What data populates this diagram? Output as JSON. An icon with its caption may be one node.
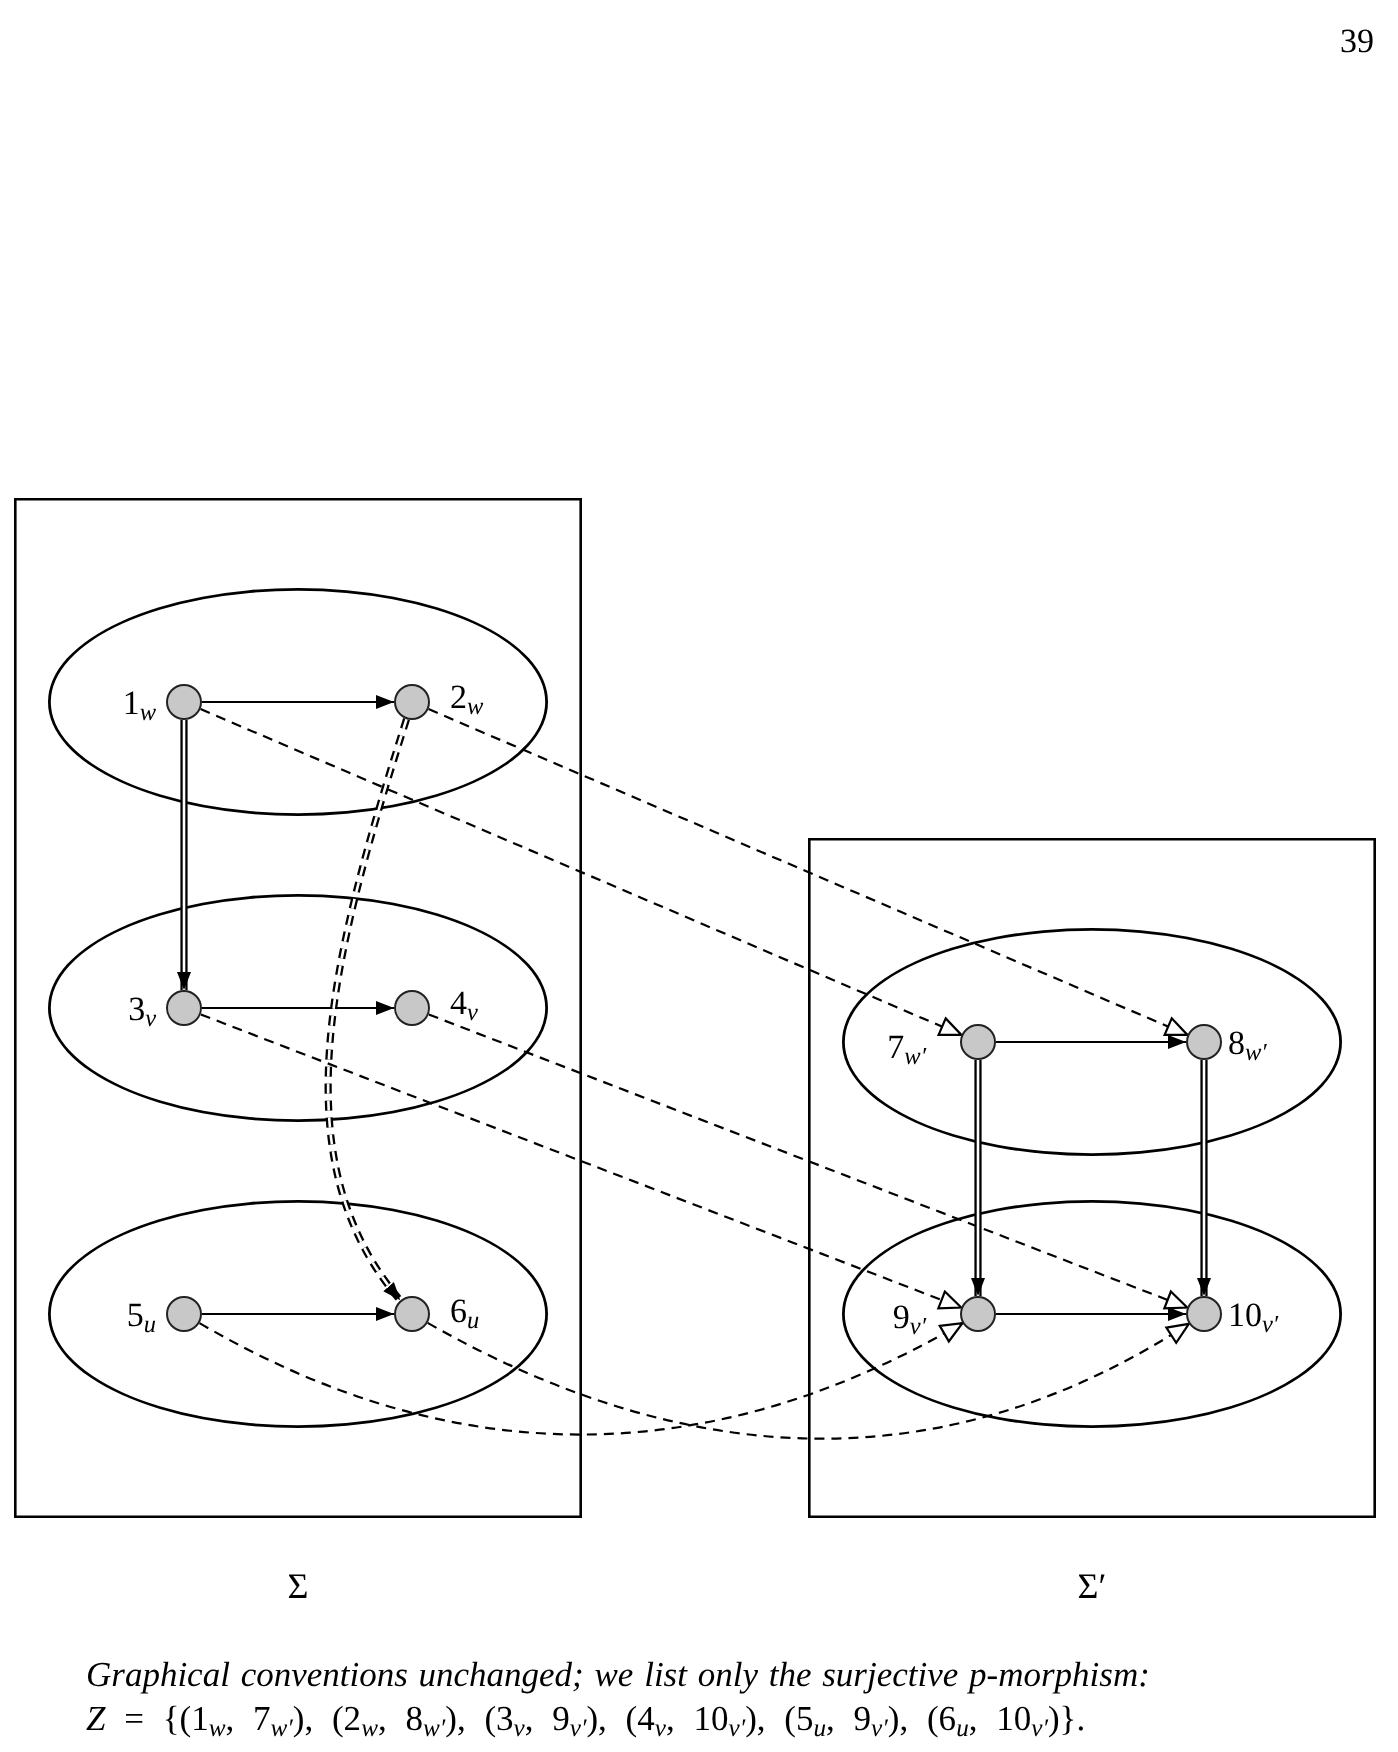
{
  "diagram": {
    "caption": "Graphical conventions unchanged; we list only the surjective p-morphism:",
    "nodes": [
      {
        "text": [],
        "shape": "box",
        "beside": [
          "Σ"
        ]
      },
      {
        "text": [],
        "shape": "ellipse",
        "in": 0
      },
      {
        "text": [],
        "shape": "circle",
        "in": 1,
        "beside": [
          "1$_{w}$"
        ]
      },
      {
        "text": [],
        "shape": "circle",
        "in": 1,
        "beside": [
          "2$_{w}$"
        ]
      },
      {
        "text": [],
        "shape": "ellipse",
        "in": 0
      },
      {
        "text": [],
        "shape": "circle",
        "in": 4,
        "beside": [
          "3$_{v}$"
        ]
      },
      {
        "text": [],
        "shape": "circle",
        "in": 4,
        "beside": [
          "4$_{v}$"
        ]
      },
      {
        "text": [],
        "shape": "ellipse",
        "in": 0
      },
      {
        "text": [],
        "shape": "circle",
        "in": 7,
        "beside": [
          "5$_{u}$"
        ]
      },
      {
        "text": [],
        "shape": "circle",
        "in": 7,
        "beside": [
          "6$_{u}$"
        ]
      },
      {
        "text": [],
        "shape": "box",
        "beside": [
          "Σ′"
        ]
      },
      {
        "text": [],
        "shape": "ellipse",
        "in": 10
      },
      {
        "text": [],
        "shape": "circle",
        "in": 11,
        "beside": [
          "7$_{w′}$"
        ]
      },
      {
        "text": [],
        "shape": "circle",
        "in": 11,
        "beside": [
          "8$_{w′}$"
        ]
      },
      {
        "text": [],
        "shape": "ellipse",
        "in": 10
      },
      {
        "text": [],
        "shape": "circle",
        "in": 14,
        "beside": [
          "9$_{v′}$"
        ]
      },
      {
        "text": [],
        "shape": "circle",
        "in": 14,
        "beside": [
          "10$_{v′}$"
        ]
      }
    ],
    "edges": [
      {
        "from": 2,
        "to": 3,
        "arrow": "to"
      },
      {
        "from": 2,
        "to": 5,
        "arrow": "to",
        "style": "thick"
      },
      {
        "from": 5,
        "to": 6,
        "arrow": "to"
      },
      {
        "from": 3,
        "to": 9,
        "arrow": "to",
        "style": "dashed"
      },
      {
        "from": 8,
        "to": 9,
        "arrow": "to"
      },
      {
        "from": 2,
        "to": 12,
        "arrow": "to",
        "style": "dashed"
      },
      {
        "from": 3,
        "to": 13,
        "arrow": "to",
        "style": "dashed"
      },
      {
        "from": 5,
        "to": 15,
        "arrow": "to",
        "style": "dashed"
      },
      {
        "from": 6,
        "to": 16,
        "arrow": "to",
        "style": "dashed"
      },
      {
        "from": 8,
        "to": 15,
        "arrow": "to",
        "style": "dashed"
      },
      {
        "from": 9,
        "to": 16,
        "arrow": "to",
        "style": "dashed"
      },
      {
        "from": 12,
        "to": 13,
        "arrow": "to"
      },
      {
        "from": 12,
        "to": 15,
        "arrow": "to",
        "style": "thick"
      },
      {
        "from": 13,
        "to": 16,
        "arrow": "to",
        "style": "thick"
      },
      {
        "from": 15,
        "to": 16,
        "arrow": "to"
      }
    ],
    "labels": [
      "39",
      "*Z* = {(1$_{w}$, 7$_{w′}$), (2$_{w}$, 8$_{w′}$), (3$_{v}$, 9$_{v′}$), (4$_{v}$, 10$_{v′}$), (5$_{u}$, 9$_{v′}$), (6$_{u}$, 10$_{v′}$)}."
    ]
  }
}
